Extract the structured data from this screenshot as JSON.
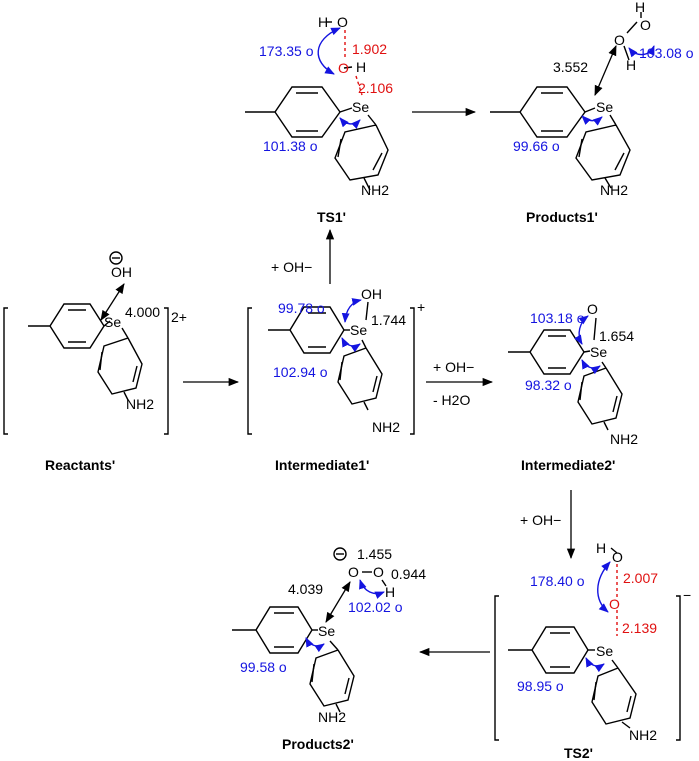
{
  "structures": {
    "TS1": {
      "label": "TS1'",
      "h": "H",
      "o": "O",
      "se": "Se",
      "nh2": "NH2",
      "d1": "1.902",
      "d2": "2.106",
      "a1": "173.35 o",
      "a2": "101.38 o"
    },
    "P1": {
      "label": "Products1'",
      "h": "H",
      "o": "O",
      "se": "Se",
      "nh2": "NH2",
      "d1": "3.552",
      "a1": "103.08 o",
      "a2": "99.66 o"
    },
    "R": {
      "label": "Reactants'",
      "oh": "OH",
      "charge_oh": "−",
      "se": "Se",
      "nh2": "NH2",
      "d1": "4.000",
      "charge": "2+"
    },
    "I1": {
      "label": "Intermediate1'",
      "oh": "OH",
      "se": "Se",
      "nh2": "NH2",
      "d1": "1.744",
      "a1": "99.78 o",
      "a2": "102.94 o",
      "charge": "+"
    },
    "I2": {
      "label": "Intermediate2'",
      "o": "O",
      "se": "Se",
      "nh2": "NH2",
      "d1": "1.654",
      "a1": "103.18 o",
      "a2": "98.32 o"
    },
    "TS2": {
      "label": "TS2'",
      "h": "H",
      "o": "O",
      "se": "Se",
      "nh2": "NH2",
      "d1": "2.007",
      "d2": "2.139",
      "a1": "178.40 o",
      "a2": "98.95 o",
      "charge": "−"
    },
    "P2": {
      "label": "Products2'",
      "o": "O",
      "h": "H",
      "se": "Se",
      "nh2": "NH2",
      "d1": "1.455",
      "d2": "0.944",
      "d3": "4.039",
      "a1": "102.02 o",
      "a2": "99.58 o",
      "charge_o": "−"
    }
  },
  "arrows": {
    "i1_to_ts1": "+ OH−",
    "i1_to_i2_top": "+ OH−",
    "i1_to_i2_bottom": "- H2O",
    "i2_to_ts2": "+ OH−"
  }
}
